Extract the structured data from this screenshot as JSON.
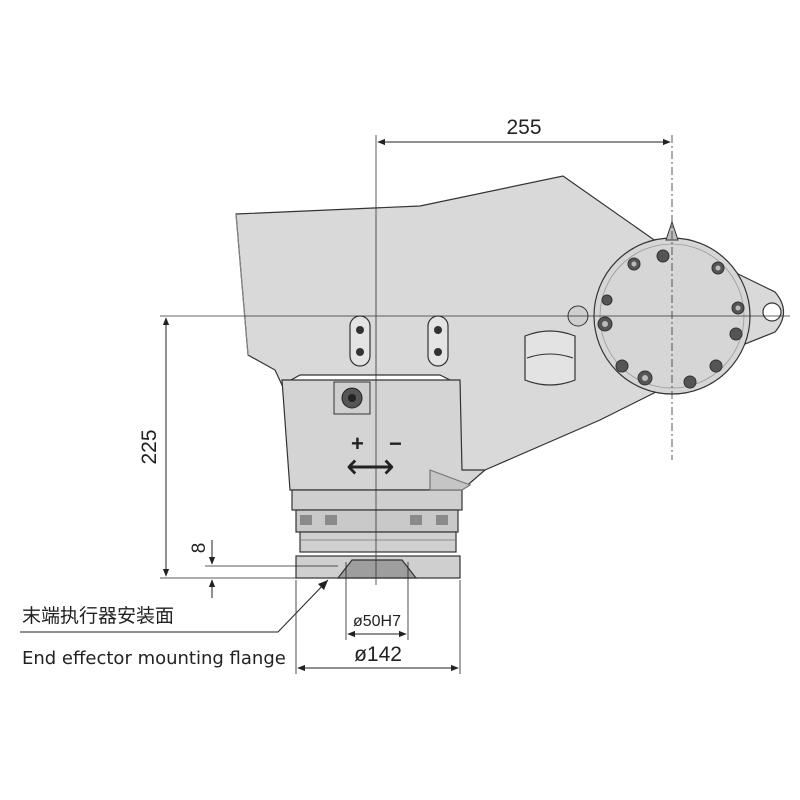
{
  "dimensions": {
    "width_offset": "255",
    "height_offset": "225",
    "flange_recess": "8",
    "pilot_diameter": "ø50H7",
    "flange_diameter": "ø142"
  },
  "symbols": {
    "plus": "+",
    "minus": "−",
    "arrow": "⟷"
  },
  "callout": {
    "label_cn": "末端执行器安装面",
    "label_en": "End effector mounting flange"
  },
  "colors": {
    "body_fill": "#d9d9d9",
    "line": "#333333",
    "dimension": "#222222"
  }
}
